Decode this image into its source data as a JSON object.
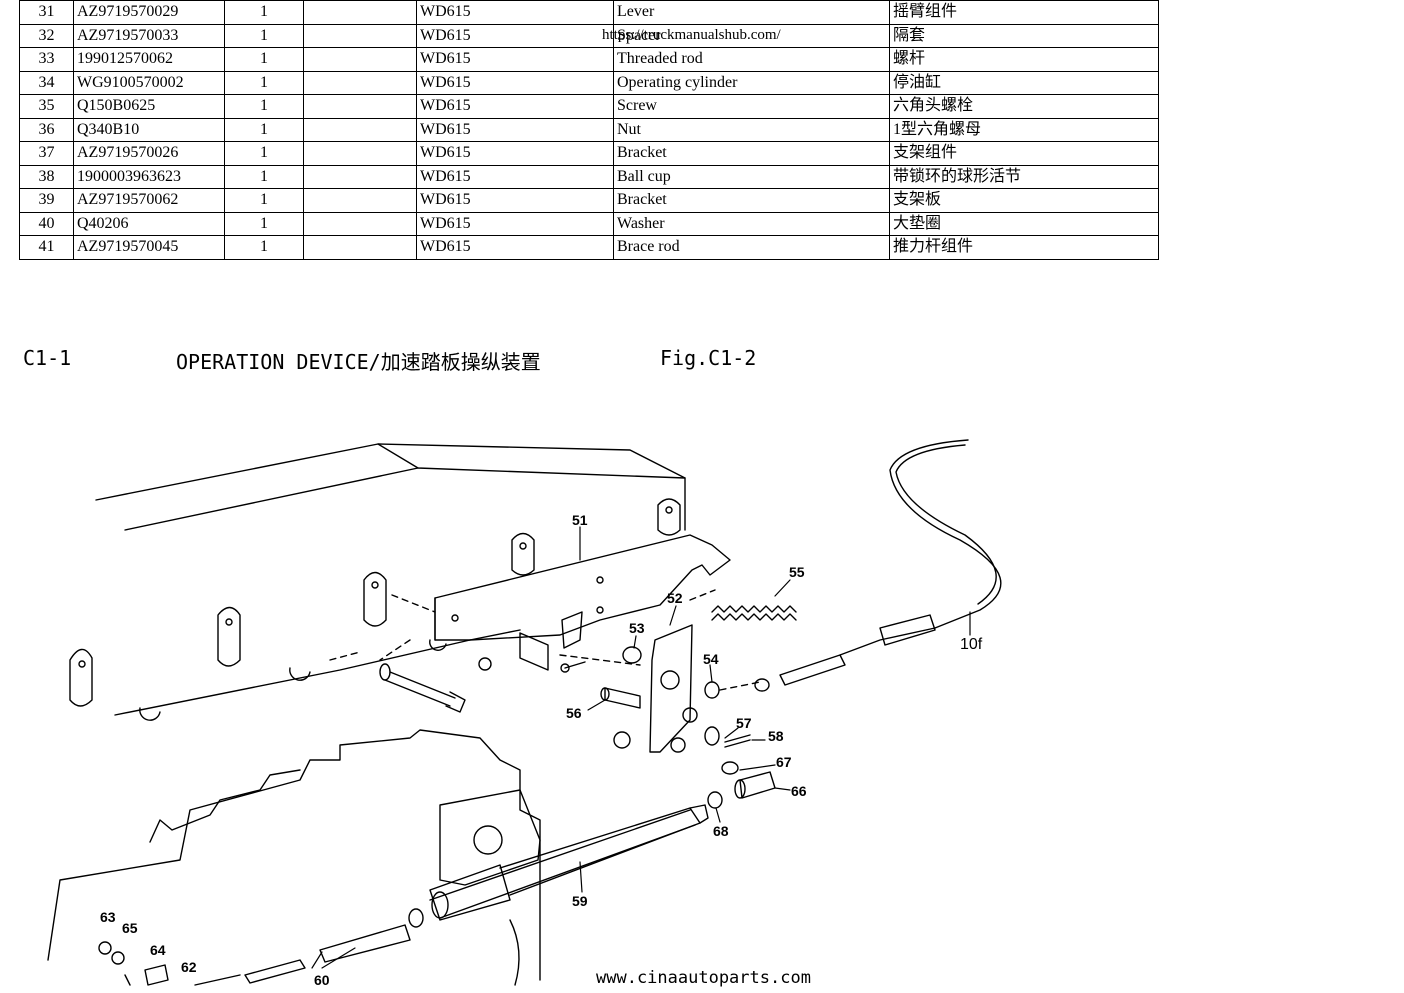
{
  "watermark": "https://truckmanualshub.com/",
  "parts": [
    {
      "no": "31",
      "part": "AZ9719570029",
      "qty": "1",
      "blank": "",
      "model": "WD615",
      "en": "Lever",
      "cn": "摇臂组件"
    },
    {
      "no": "32",
      "part": "AZ9719570033",
      "qty": "1",
      "blank": "",
      "model": "WD615",
      "en": "Spacer",
      "cn": "隔套"
    },
    {
      "no": "33",
      "part": "199012570062",
      "qty": "1",
      "blank": "",
      "model": "WD615",
      "en": "Threaded rod",
      "cn": "螺杆"
    },
    {
      "no": "34",
      "part": "WG9100570002",
      "qty": "1",
      "blank": "",
      "model": "WD615",
      "en": "Operating cylinder",
      "cn": "停油缸"
    },
    {
      "no": "35",
      "part": "Q150B0625",
      "qty": "1",
      "blank": "",
      "model": "WD615",
      "en": "Screw",
      "cn": "六角头螺栓"
    },
    {
      "no": "36",
      "part": "Q340B10",
      "qty": "1",
      "blank": "",
      "model": "WD615",
      "en": "Nut",
      "cn": "1型六角螺母"
    },
    {
      "no": "37",
      "part": "AZ9719570026",
      "qty": "1",
      "blank": "",
      "model": "WD615",
      "en": "Bracket",
      "cn": "支架组件"
    },
    {
      "no": "38",
      "part": "1900003963623",
      "qty": "1",
      "blank": "",
      "model": "WD615",
      "en": "Ball cup",
      "cn": "带锁环的球形活节"
    },
    {
      "no": "39",
      "part": "AZ9719570062",
      "qty": "1",
      "blank": "",
      "model": "WD615",
      "en": "Bracket",
      "cn": "支架板"
    },
    {
      "no": "40",
      "part": "Q40206",
      "qty": "1",
      "blank": "",
      "model": "WD615",
      "en": "Washer",
      "cn": "大垫圈"
    },
    {
      "no": "41",
      "part": "AZ9719570045",
      "qty": "1",
      "blank": "",
      "model": "WD615",
      "en": "Brace rod",
      "cn": "推力杆组件"
    }
  ],
  "section": {
    "code": "C1-1",
    "title": "OPERATION DEVICE/加速踏板操纵装置",
    "figure": "Fig.C1-2"
  },
  "callouts": {
    "c51": "51",
    "c52": "52",
    "c53": "53",
    "c54": "54",
    "c55": "55",
    "c56": "56",
    "c57": "57",
    "c58": "58",
    "c59": "59",
    "c60": "60",
    "c62": "62",
    "c63": "63",
    "c64": "64",
    "c65": "65",
    "c66": "66",
    "c67": "67",
    "c68": "68",
    "c10f": "10f"
  },
  "footer": "www.cinaautoparts.com"
}
